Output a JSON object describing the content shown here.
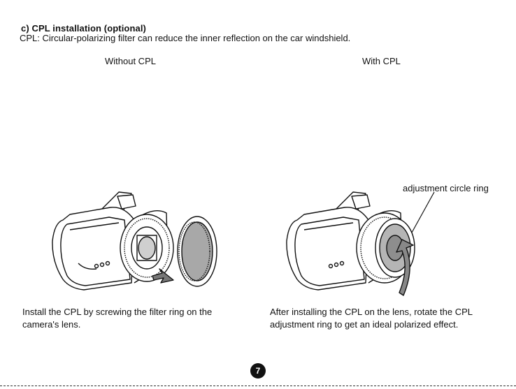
{
  "section": {
    "heading": "c) CPL installation (optional)",
    "intro": "CPL: Circular-polarizing filter can reduce the inner reflection on the car windshield."
  },
  "comparison": {
    "left_label": "Without CPL",
    "right_label": "With CPL"
  },
  "figures": {
    "left_caption": "Install the CPL by screwing the filter ring on the camera's lens.",
    "right_caption": "After installing the CPL on the lens, rotate the CPL adjustment ring to get an ideal polarized effect.",
    "callout": "adjustment circle ring"
  },
  "page": {
    "number": "7"
  }
}
